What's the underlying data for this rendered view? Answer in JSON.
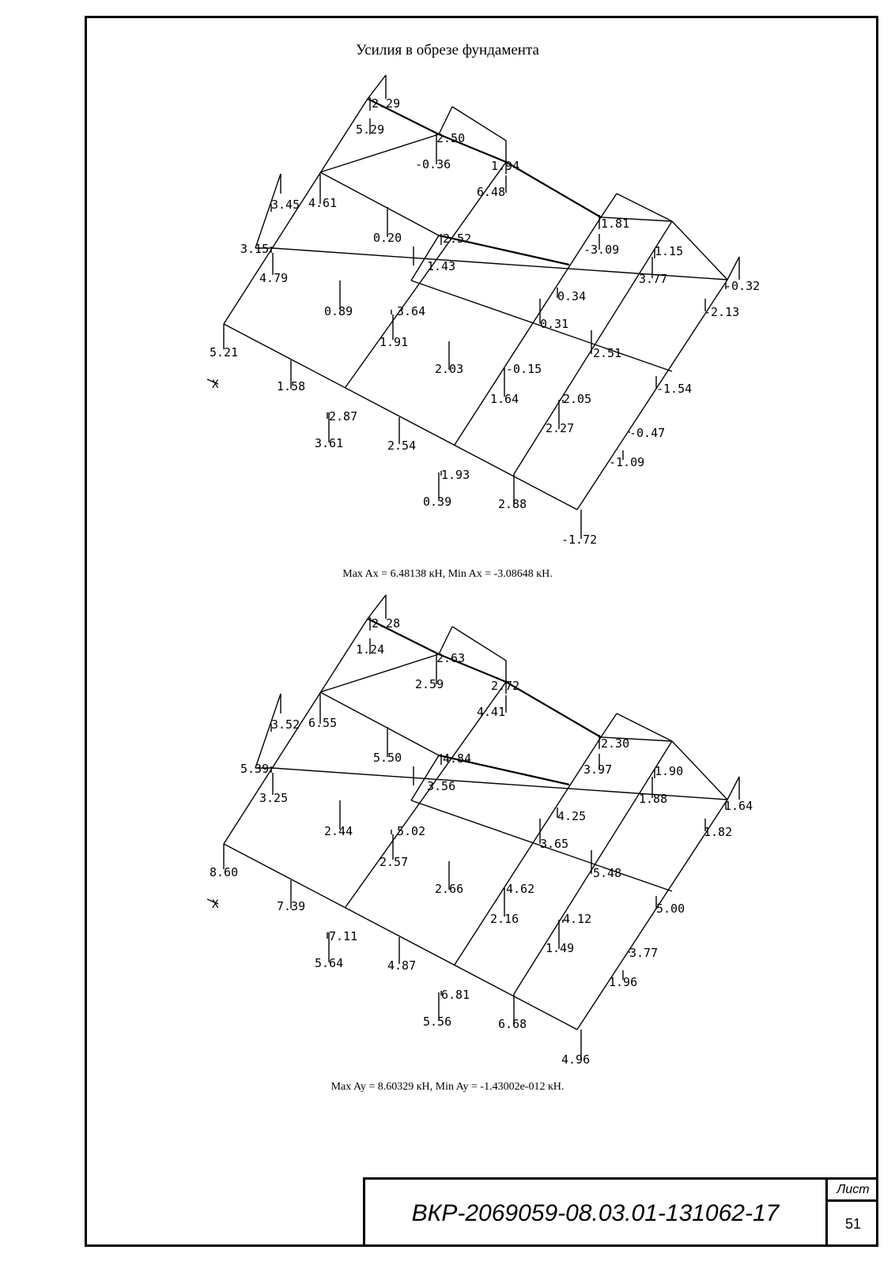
{
  "title": "Усилия в обрезе фундамента",
  "axis_label": "X",
  "diagrams": [
    {
      "caption": "Max Ax = 6.48138 кН, Min Ax = -3.08648 кН.",
      "values": [
        "2.29",
        "5.29",
        "2.50",
        "-0.36",
        "1.94",
        "6.48",
        "3.45",
        "4.61",
        "0.20",
        "2.52",
        "1.81",
        "-3.09",
        "1.15",
        "3.15",
        "4.79",
        "1.43",
        "3.77",
        "-0.32",
        "0.89",
        "3.64",
        "0.34",
        "-2.13",
        "0.31",
        "5.21",
        "1.91",
        "2.51",
        "2.03",
        "-0.15",
        "1.58",
        "-1.54",
        "2.87",
        "1.64",
        "2.05",
        "3.61",
        "2.54",
        "2.27",
        "-0.47",
        "1.93",
        "-1.09",
        "0.39",
        "2.88",
        "-1.72"
      ]
    },
    {
      "caption": "Max Ay = 8.60329 кН, Min Ay = -1.43002e-012 кН.",
      "values": [
        "2.28",
        "1.24",
        "2.63",
        "2.59",
        "2.72",
        "4.41",
        "3.52",
        "6.55",
        "5.50",
        "4.84",
        "2.30",
        "3.97",
        "1.90",
        "5.39",
        "3.25",
        "3.56",
        "1.88",
        "1.64",
        "2.44",
        "5.02",
        "4.25",
        "1.82",
        "3.65",
        "8.60",
        "2.57",
        "5.48",
        "2.66",
        "4.62",
        "7.39",
        "5.00",
        "7.11",
        "2.16",
        "4.12",
        "5.64",
        "4.87",
        "1.49",
        "3.77",
        "6.81",
        "1.96",
        "5.56",
        "6.68",
        "4.96"
      ]
    }
  ],
  "stamp": {
    "document_code": "ВКР-2069059-08.03.01-131062-17",
    "sheet_label": "Лист",
    "sheet_number": "51"
  }
}
